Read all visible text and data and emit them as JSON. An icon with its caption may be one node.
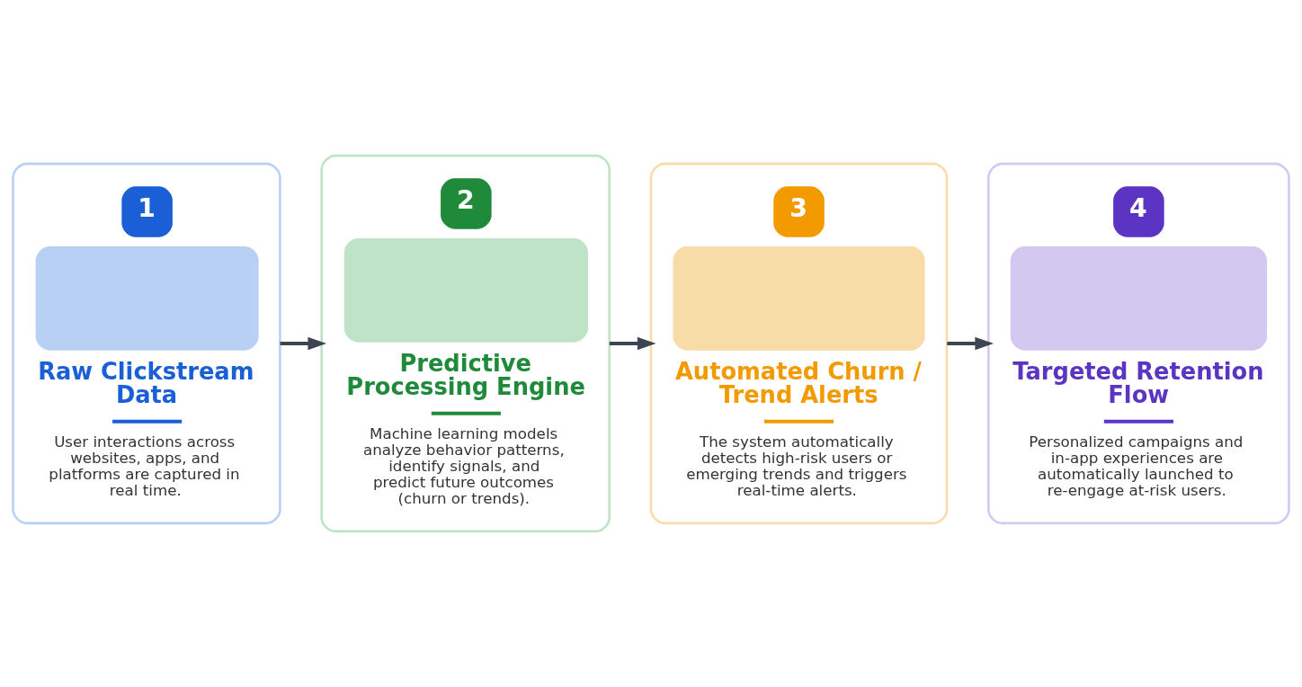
{
  "diagram": {
    "nodes": [
      {
        "text": [
          "1",
          "Raw Clickstream Data",
          "User interactions across websites, apps, and platforms are captured in real time."
        ]
      },
      {
        "text": [
          "2",
          "Predictive Processing Engine",
          "Machine learning models analyze behavior patterns, identify signals, and predict future outcomes (churn or trends)."
        ]
      },
      {
        "text": [
          "3",
          "Automated Churn / Trend Alerts",
          "The system automatically detects high-risk users or emerging trends and triggers real-time alerts."
        ]
      },
      {
        "text": [
          "4",
          "Targeted Retention Flow",
          "Personalized campaigns and in-app experiences are automatically launched to re-engage at-risk users."
        ]
      }
    ],
    "edges": [
      {
        "from": 0,
        "to": 1,
        "arrow": "to"
      },
      {
        "from": 1,
        "to": 2,
        "arrow": "to"
      },
      {
        "from": 2,
        "to": 3,
        "arrow": "to"
      }
    ]
  }
}
